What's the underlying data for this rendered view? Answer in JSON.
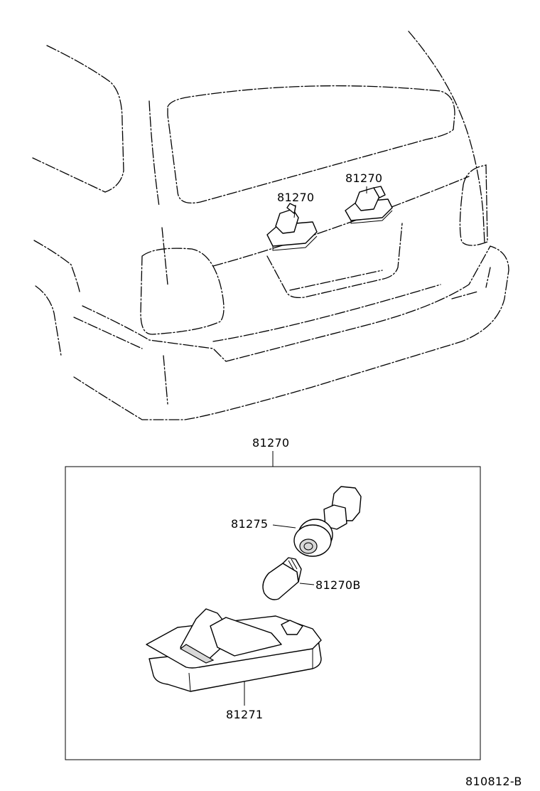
{
  "diagram": {
    "upper_callouts": [
      "81270",
      "81270"
    ],
    "detail_group_label": "81270",
    "parts": {
      "socket": "81275",
      "bulb": "81270B",
      "lamp_body": "81271"
    },
    "figure_code": "810812-B"
  }
}
